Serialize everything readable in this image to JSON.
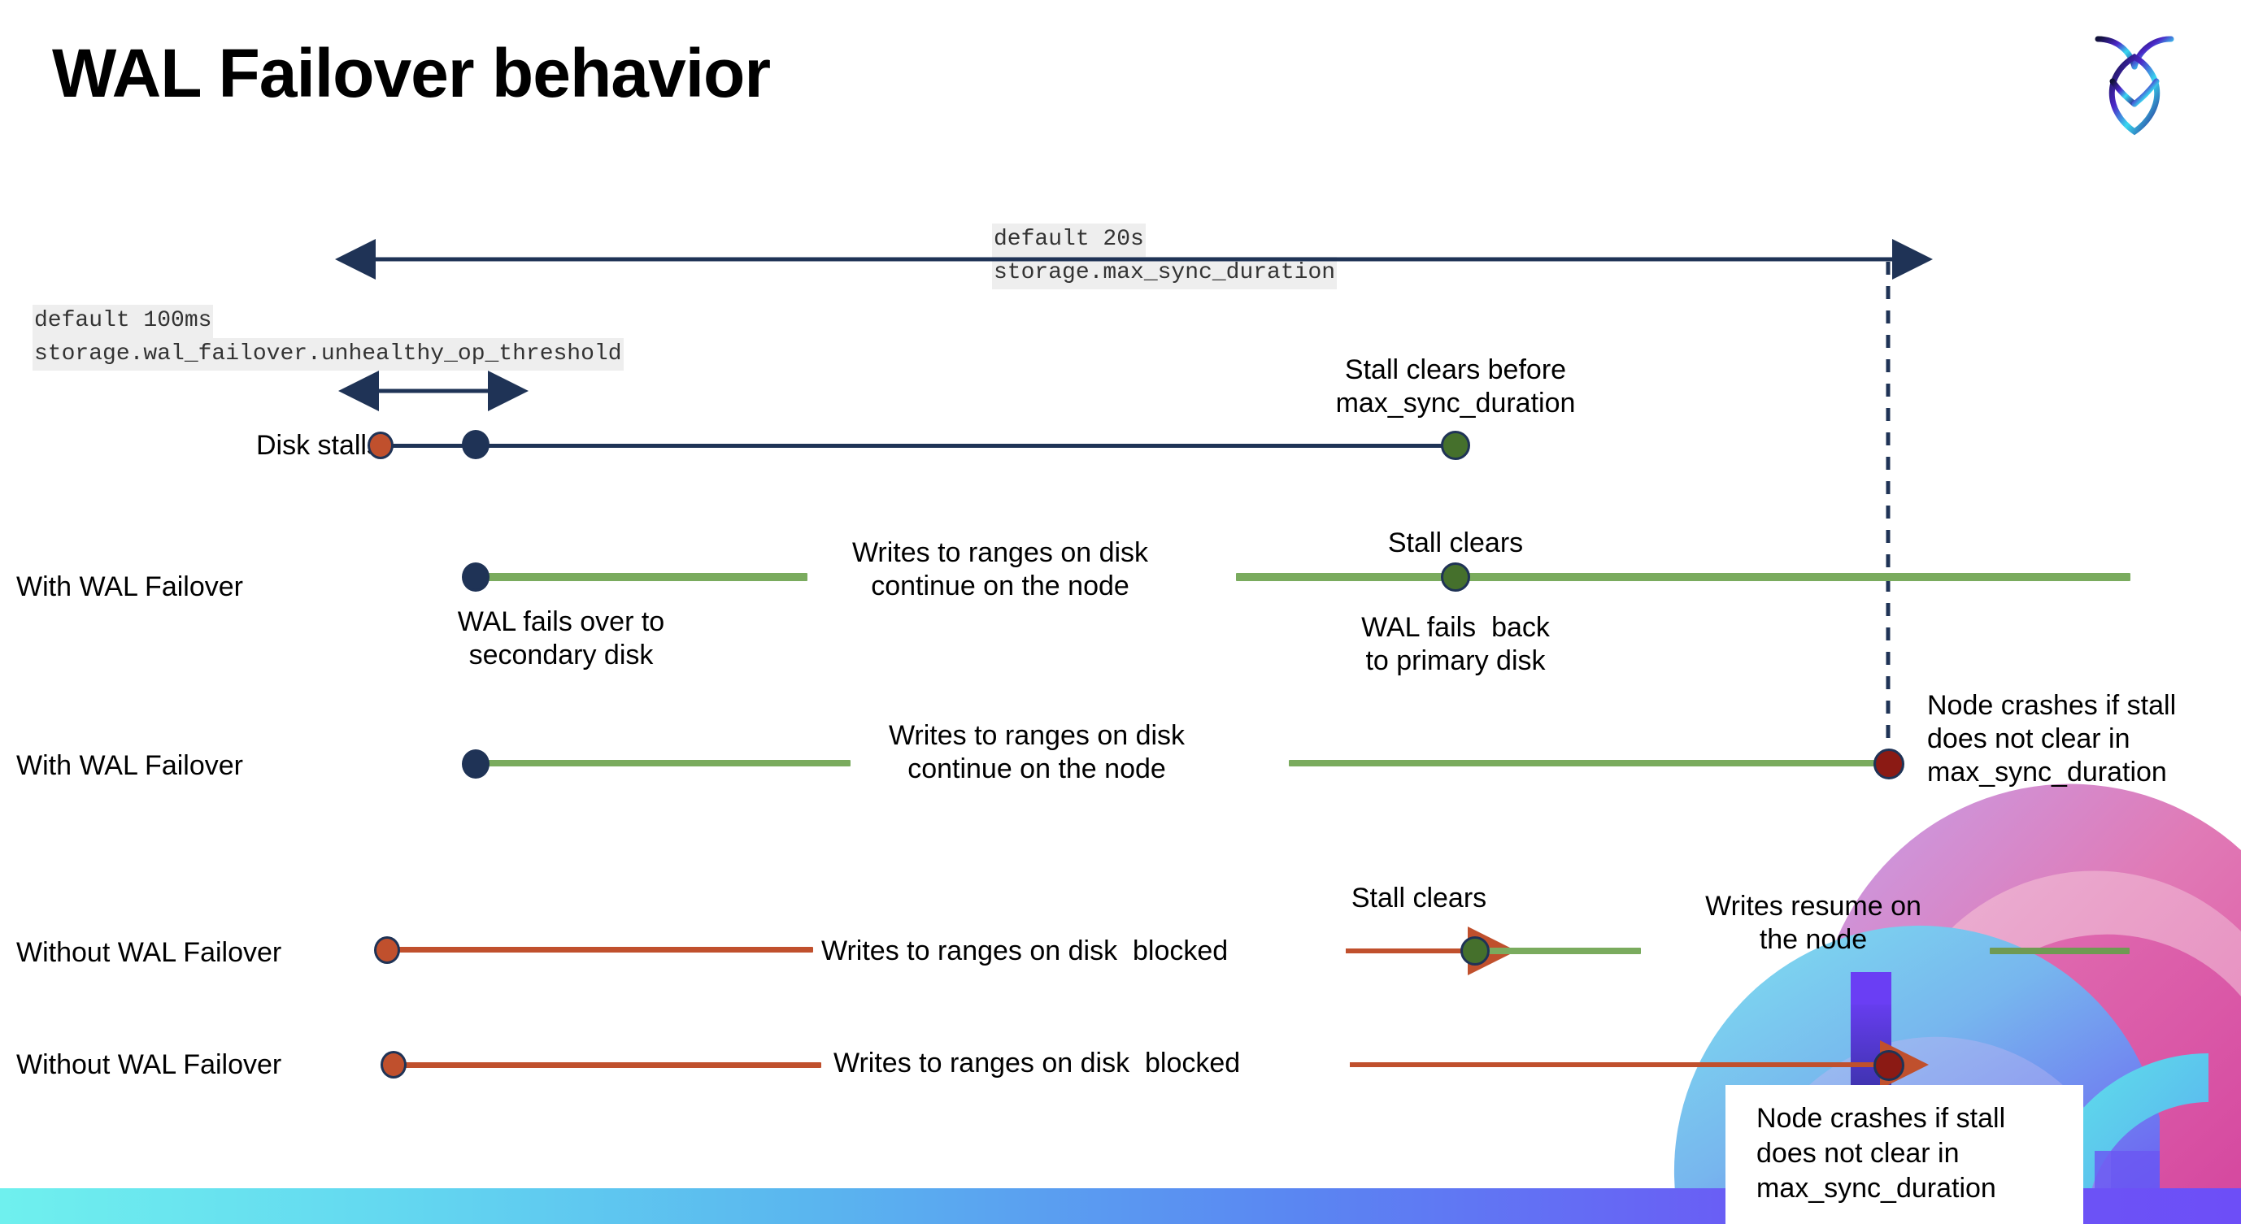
{
  "slide": {
    "title": "WAL Failover behavior",
    "logo_name": "cockroachdb-logo"
  },
  "settings": {
    "max_sync_duration": {
      "default_label": "default 20s",
      "setting_name": "storage.max_sync_duration"
    },
    "unhealthy_op_threshold": {
      "default_label": "default 100ms",
      "setting_name": "storage.wal_failover.unhealthy_op_threshold"
    }
  },
  "rows": {
    "disk_stalls": {
      "label": "Disk stalls",
      "note_stall_clears": "Stall clears before\nmax_sync_duration"
    },
    "with_failover_clears": {
      "label": "With WAL Failover",
      "note_failover": "WAL fails over to\nsecondary disk",
      "note_writes": "Writes to ranges on disk\ncontinue on the node",
      "note_stall_clears": "Stall clears",
      "note_fail_back": "WAL fails  back\nto primary disk"
    },
    "with_failover_crash": {
      "label": "With WAL Failover",
      "note_writes": "Writes to ranges on disk\ncontinue on the node",
      "note_crash": "Node crashes if stall\ndoes not clear in\nmax_sync_duration"
    },
    "without_failover_clears": {
      "label": "Without WAL Failover",
      "note_blocked": "Writes to ranges on disk  blocked",
      "note_stall_clears": "Stall clears",
      "note_resume": "Writes resume on\nthe node"
    },
    "without_failover_crash": {
      "label": "Without WAL Failover",
      "note_blocked": "Writes to ranges on disk  blocked",
      "note_crash": "Node crashes if stall\ndoes not clear in\nmax_sync_duration"
    }
  },
  "colors": {
    "navy": "#1f3356",
    "green_line": "#7aab5e",
    "green_dot": "#45702c",
    "orange": "#c0502d",
    "dark_red": "#8b1a14",
    "code_bg": "#eeeeee"
  }
}
